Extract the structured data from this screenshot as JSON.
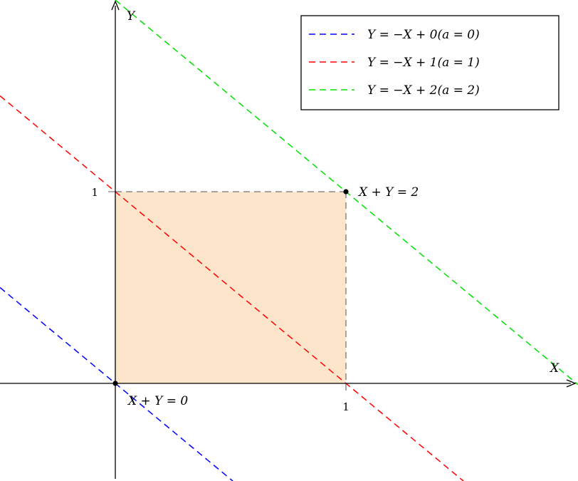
{
  "chart_data": {
    "type": "line",
    "title": "",
    "xlabel": "X",
    "ylabel": "Y",
    "xlim": [
      -0.5,
      2.0
    ],
    "ylim": [
      -0.5,
      2.0
    ],
    "grid": false,
    "legend_position": "top-right",
    "x_ticks": [
      {
        "value": 1,
        "label": "1"
      }
    ],
    "y_ticks": [
      {
        "value": 1,
        "label": "1"
      }
    ],
    "region": {
      "x": [
        0,
        1
      ],
      "y": [
        0,
        1
      ],
      "color": "#fde5cc"
    },
    "region_border_color": "#888888",
    "series": [
      {
        "name": "Y = −X + 0(a = 0)",
        "slope": -1,
        "intercept": 0,
        "color": "#0000ff",
        "dashed": true
      },
      {
        "name": "Y = −X + 1(a = 1)",
        "slope": -1,
        "intercept": 1,
        "color": "#ff0000",
        "dashed": true
      },
      {
        "name": "Y = −X + 2(a = 2)",
        "slope": -1,
        "intercept": 2,
        "color": "#00e000",
        "dashed": true
      }
    ],
    "points": [
      {
        "x": 0,
        "y": 0,
        "label": "X + Y = 0",
        "label_position": "below-right"
      },
      {
        "x": 1,
        "y": 1,
        "label": "X + Y = 2",
        "label_position": "right"
      }
    ]
  }
}
